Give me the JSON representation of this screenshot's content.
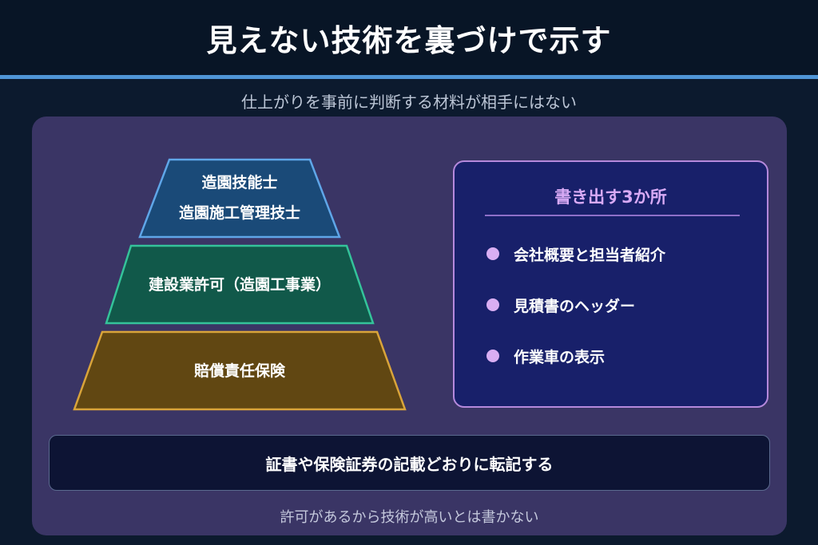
{
  "title": "見えない技術を裏づけで示す",
  "subtitle": "仕上がりを事前に判断する材料が相手にはない",
  "pyramid": {
    "tiers": [
      {
        "lines": [
          "造園技能士",
          "造園施工管理技士"
        ],
        "fill": "#1a4a78",
        "stroke": "#5fa6e8"
      },
      {
        "lines": [
          "建設業許可（造園工事業）"
        ],
        "fill": "#11594a",
        "stroke": "#34c39a"
      },
      {
        "lines": [
          "賠償責任保険"
        ],
        "fill": "#614712",
        "stroke": "#d9a43a"
      }
    ]
  },
  "card": {
    "title": "書き出す3か所",
    "items": [
      {
        "label": "会社概要と担当者紹介"
      },
      {
        "label": "見積書のヘッダー"
      },
      {
        "label": "作業車の表示"
      }
    ]
  },
  "banner": "証書や保険証券の記載どおりに転記する",
  "footnote": "許可があるから技術が高いとは書かない"
}
